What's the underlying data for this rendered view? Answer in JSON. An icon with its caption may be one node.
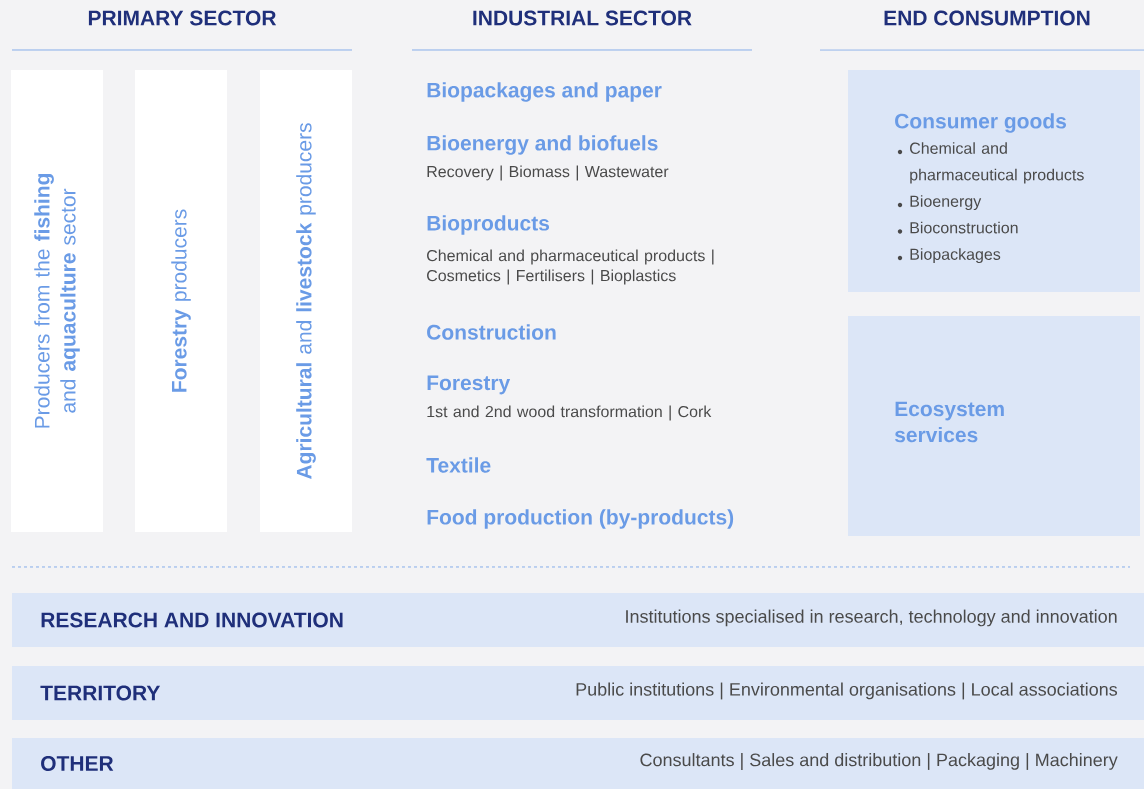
{
  "diagram": {
    "nodes": [
      {
        "text": [
          "Producers from the **fishing** and **aquaculture** sector"
        ]
      },
      {
        "text": [
          "**Forestry** producers"
        ]
      },
      {
        "text": [
          "**Agricultural** and **livestock** producers"
        ]
      },
      {
        "text": [
          "Consumer goods",
          "Chemical and pharmaceutical products",
          "Bioenergy",
          "Bioconstruction",
          "Biopackages"
        ]
      },
      {
        "text": [
          "Ecosystem services"
        ]
      },
      {
        "text": [
          "RESEARCH AND INNOVATION",
          "Institutions specialised in research, technology and innovation"
        ]
      },
      {
        "text": [
          "TERRITORY",
          "Public institutions | Environmental organisations | Local associations"
        ]
      },
      {
        "text": [
          "OTHER",
          "Consultants | Sales and distribution | Packaging | Machinery"
        ]
      }
    ],
    "labels": [
      "PRIMARY SECTOR",
      "INDUSTRIAL SECTOR",
      "END CONSUMPTION",
      "Biopackages and paper",
      "Bioenergy and biofuels",
      "Recovery | Biomass | Wastewater",
      "Bioproducts",
      "Chemical and pharmaceutical products | Cosmetics | Fertilisers | Bioplastics",
      "Construction",
      "Forestry",
      "1st and 2nd wood transformation | Cork",
      "Textile",
      "Food production (by-products)"
    ]
  }
}
